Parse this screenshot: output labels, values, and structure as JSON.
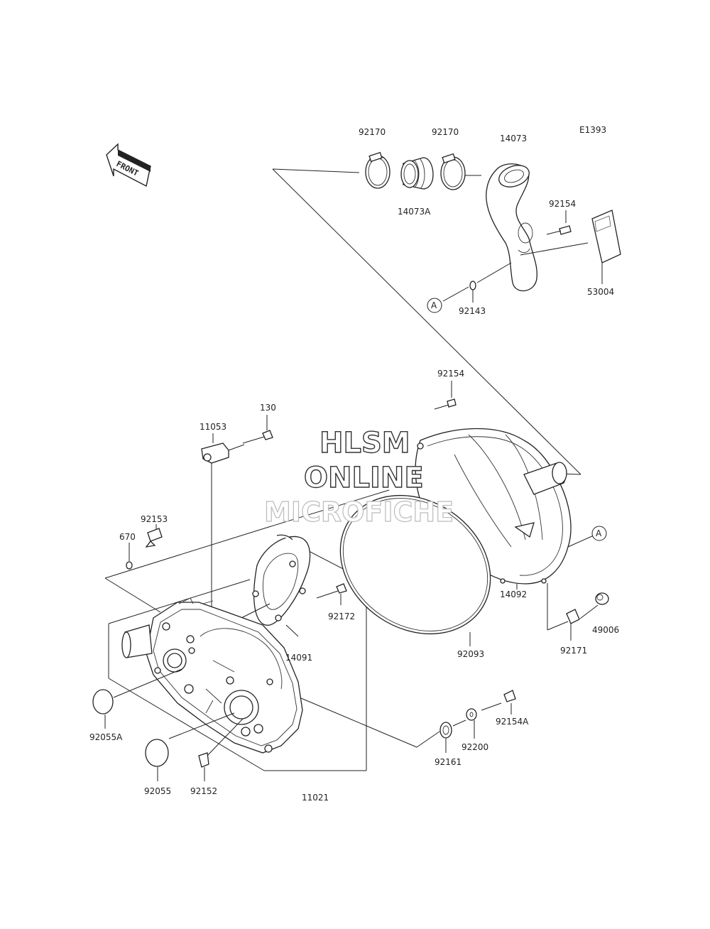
{
  "diagram": {
    "code": "E1393",
    "front_label": "FRONT",
    "callout_letter": "A",
    "watermark": {
      "line1": "HLSM",
      "line2": "ONLINE",
      "line3": "MICROFICHE"
    },
    "parts": {
      "p92170a": "92170",
      "p92170b": "92170",
      "p14073": "14073",
      "p14073A": "14073A",
      "p92154a": "92154",
      "p53004": "53004",
      "p92143": "92143",
      "p92154b": "92154",
      "p130": "130",
      "p11053": "11053",
      "p92153": "92153",
      "p670": "670",
      "p92172": "92172",
      "p14091": "14091",
      "p14092": "14092",
      "p49006": "49006",
      "p92171": "92171",
      "p92093": "92093",
      "p92154A": "92154A",
      "p92200": "92200",
      "p92161": "92161",
      "p92055A": "92055A",
      "p92055": "92055",
      "p92152": "92152",
      "p11021": "11021"
    }
  }
}
